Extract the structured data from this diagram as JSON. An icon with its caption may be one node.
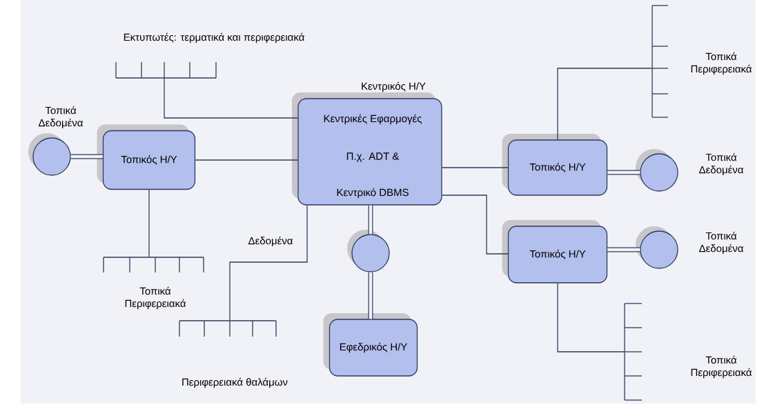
{
  "diagram": {
    "nodes": [
      {
        "text": [
          "Κεντρικός Η/Υ",
          "Κεντρικές Εφαρμογές",
          "Π.χ. ADT &",
          "Κεντρικό DBMS"
        ]
      },
      {
        "text": [
          "Τοπικός Η/Υ"
        ]
      },
      {
        "text": [],
        "shape": "circle",
        "beside": [
          "Τοπικά Δεδομένα"
        ]
      },
      {
        "text": [
          "Εκτυπωτές: τερματικά και περιφερειακά"
        ]
      },
      {
        "text": [
          "Τοπικά Περιφερειακά"
        ]
      },
      {
        "text": [
          "Περιφερειακά θαλάμων"
        ]
      },
      {
        "text": [],
        "shape": "circle"
      },
      {
        "text": [
          "Εφεδρικός Η/Υ"
        ]
      },
      {
        "text": [
          "Τοπικός Η/Υ"
        ]
      },
      {
        "text": [],
        "shape": "circle",
        "beside": [
          "Τοπικά Δεδομένα"
        ]
      },
      {
        "text": [
          "Τοπικά Περιφερειακά"
        ]
      },
      {
        "text": [
          "Τοπικός Η/Υ"
        ]
      },
      {
        "text": [],
        "shape": "circle",
        "beside": [
          "Τοπικά Δεδομένα"
        ]
      },
      {
        "text": [
          "Τοπικά Περιφερειακά"
        ]
      }
    ],
    "edges": [
      {
        "from": 0,
        "to": 3,
        "arrow": "none"
      },
      {
        "from": 1,
        "to": 0,
        "arrow": "none"
      },
      {
        "from": 2,
        "to": 1,
        "arrow": "none",
        "style": "thick"
      },
      {
        "from": 1,
        "to": 4,
        "arrow": "none"
      },
      {
        "from": 0,
        "to": 5,
        "arrow": "none",
        "label": "Δεδομένα"
      },
      {
        "from": 0,
        "to": 6,
        "arrow": "none",
        "style": "thick"
      },
      {
        "from": 6,
        "to": 7,
        "arrow": "none",
        "style": "thick"
      },
      {
        "from": 0,
        "to": 8,
        "arrow": "none"
      },
      {
        "from": 8,
        "to": 9,
        "arrow": "none",
        "style": "thick"
      },
      {
        "from": 8,
        "to": 10,
        "arrow": "none"
      },
      {
        "from": 0,
        "to": 11,
        "arrow": "none"
      },
      {
        "from": 11,
        "to": 12,
        "arrow": "none",
        "style": "thick"
      },
      {
        "from": 11,
        "to": 13,
        "arrow": "none"
      }
    ]
  }
}
